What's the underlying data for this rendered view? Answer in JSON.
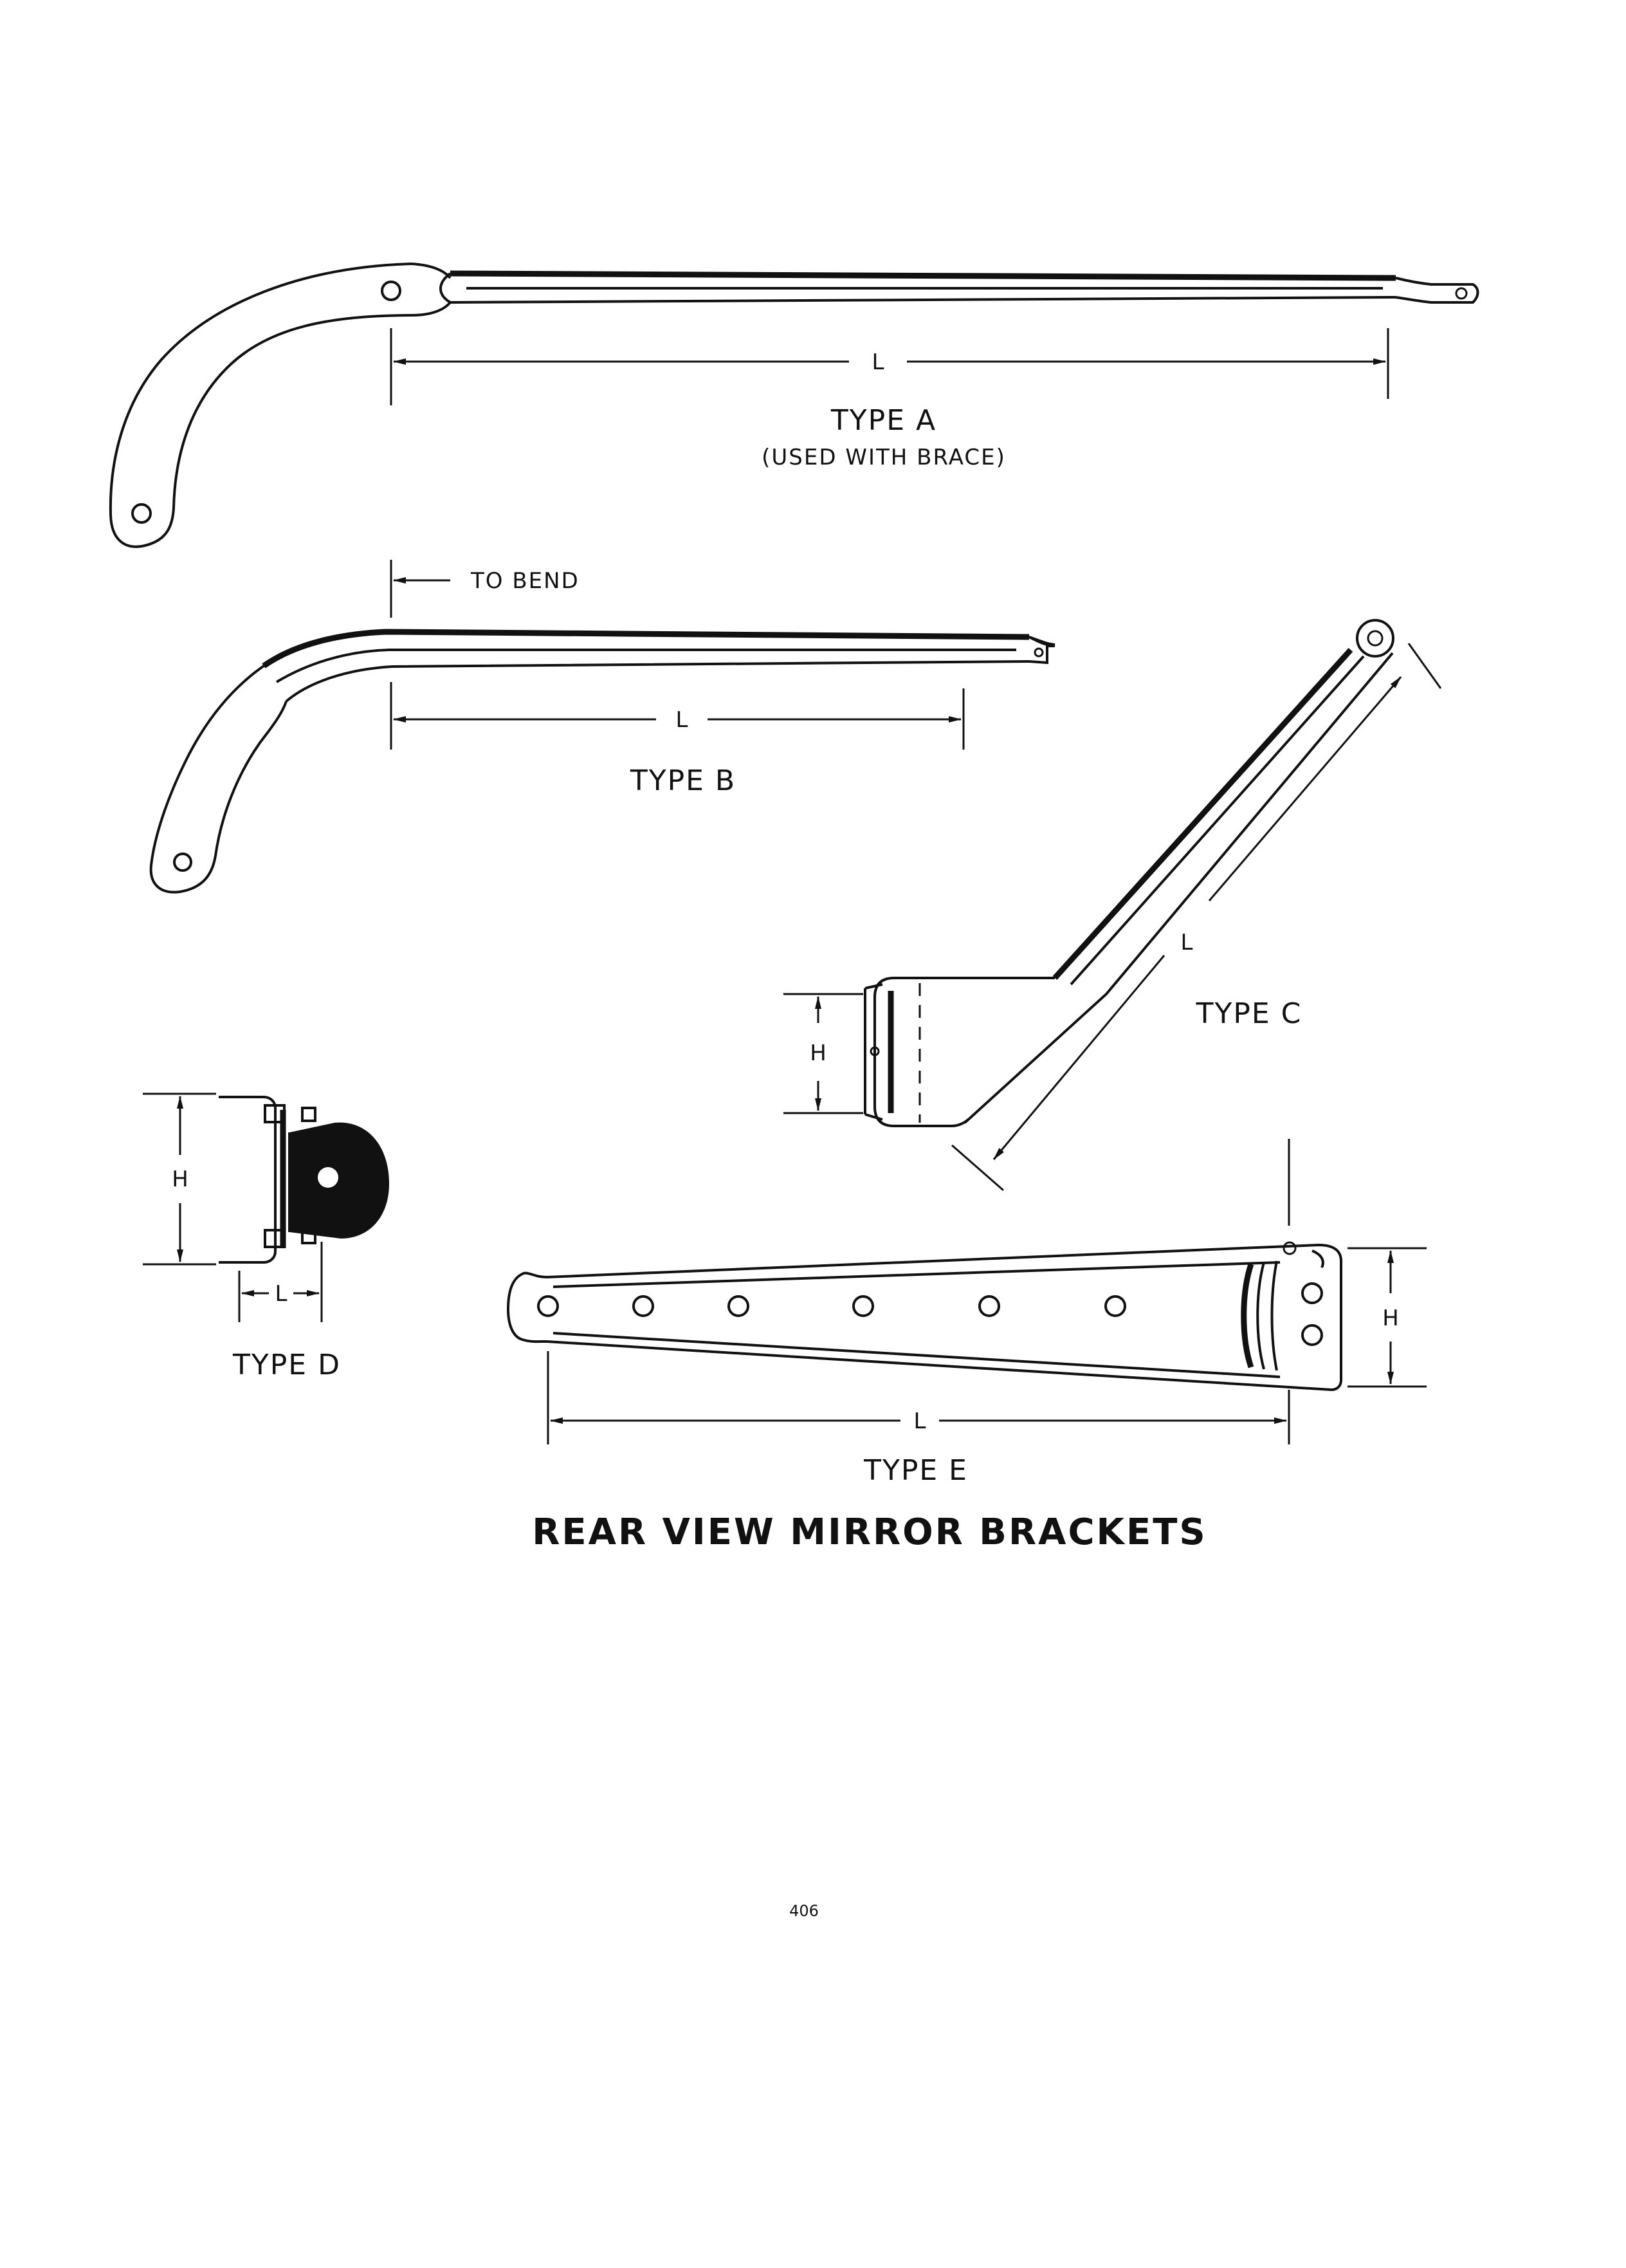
{
  "figure": {
    "title": "REAR VIEW MIRROR BRACKETS",
    "page_number": "406"
  },
  "brackets": {
    "type_a": {
      "label": "TYPE A",
      "note": "(USED WITH BRACE)",
      "dim_l": "L"
    },
    "type_b": {
      "label": "TYPE B",
      "to_bend": "TO BEND",
      "dim_l": "L"
    },
    "type_c": {
      "label": "TYPE C",
      "dim_l": "L",
      "dim_h": "H"
    },
    "type_d": {
      "label": "TYPE D",
      "dim_l": "L",
      "dim_h": "H"
    },
    "type_e": {
      "label": "TYPE E",
      "dim_l": "L",
      "dim_h": "H"
    }
  },
  "colors": {
    "ink": "#111111",
    "paper": "#ffffff"
  }
}
